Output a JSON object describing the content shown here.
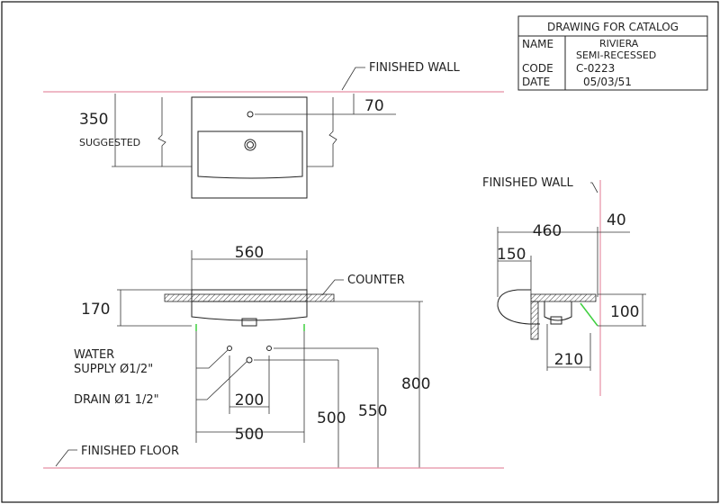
{
  "title_block": {
    "heading": "DRAWING FOR CATALOG",
    "name_label": "NAME",
    "name_value_1": "RIVIERA",
    "name_value_2": "SEMI-RECESSED",
    "code_label": "CODE",
    "code_value": "C-0223",
    "date_label": "DATE",
    "date_value": "05/03/51"
  },
  "top_view": {
    "wall_label": "FINISHED WALL",
    "height_dim": "350",
    "suggested_label": "SUGGESTED",
    "tap_offset_dim": "70"
  },
  "front_view": {
    "width_dim": "560",
    "counter_label": "COUNTER",
    "height_dim": "170",
    "water_supply_label": "WATER",
    "water_supply_label_2": "SUPPLY Ø1/2\"",
    "drain_label": "DRAIN Ø1  1/2\"",
    "spacing_dim": "200",
    "outer_spacing_dim": "500",
    "dim_500": "500",
    "dim_550": "550",
    "dim_800": "800",
    "floor_label": "FINISHED FLOOR"
  },
  "side_view": {
    "wall_label": "FINISHED WALL",
    "depth_dim": "460",
    "wall_gap_dim": "40",
    "recess_dim": "150",
    "height_dim": "100",
    "cabinet_dim": "210"
  },
  "colors": {
    "line": "#222222",
    "wall_line": "#e58fa4",
    "marker": "#3fcf3f"
  }
}
